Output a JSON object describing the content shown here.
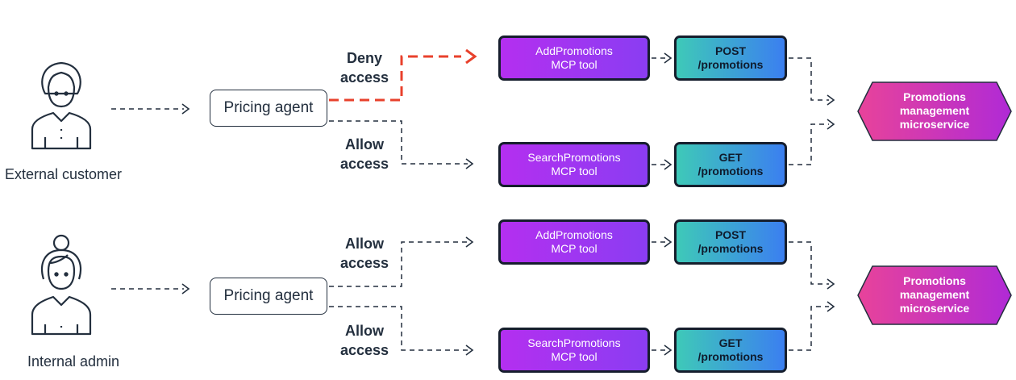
{
  "rows": [
    {
      "actor": {
        "label": "External customer",
        "icon": "external-customer-icon"
      },
      "agent": "Pricing agent",
      "top": {
        "access": [
          "Deny",
          "access"
        ],
        "tool": [
          "AddPromotions",
          "MCP tool"
        ],
        "api": [
          "POST",
          "/promotions"
        ]
      },
      "bottom": {
        "access": [
          "Allow",
          "access"
        ],
        "tool": [
          "SearchPromotions",
          "MCP tool"
        ],
        "api": [
          "GET",
          "/promotions"
        ]
      },
      "service": [
        "Promotions",
        "management",
        "microservice"
      ]
    },
    {
      "actor": {
        "label": "Internal admin",
        "icon": "internal-admin-icon"
      },
      "agent": "Pricing agent",
      "top": {
        "access": [
          "Allow",
          "access"
        ],
        "tool": [
          "AddPromotions",
          "MCP tool"
        ],
        "api": [
          "POST",
          "/promotions"
        ]
      },
      "bottom": {
        "access": [
          "Allow",
          "access"
        ],
        "tool": [
          "SearchPromotions",
          "MCP tool"
        ],
        "api": [
          "GET",
          "/promotions"
        ]
      },
      "service": [
        "Promotions",
        "management",
        "microservice"
      ]
    }
  ],
  "colors": {
    "deny_path": "#e8412c",
    "allow_path": "#232f3e",
    "tool_gradient": [
      "#b42ff0",
      "#8a3df2"
    ],
    "api_gradient": [
      "#3ec9b8",
      "#3b7ff0"
    ],
    "service_gradient": [
      "#e8439a",
      "#b02ad6"
    ]
  }
}
